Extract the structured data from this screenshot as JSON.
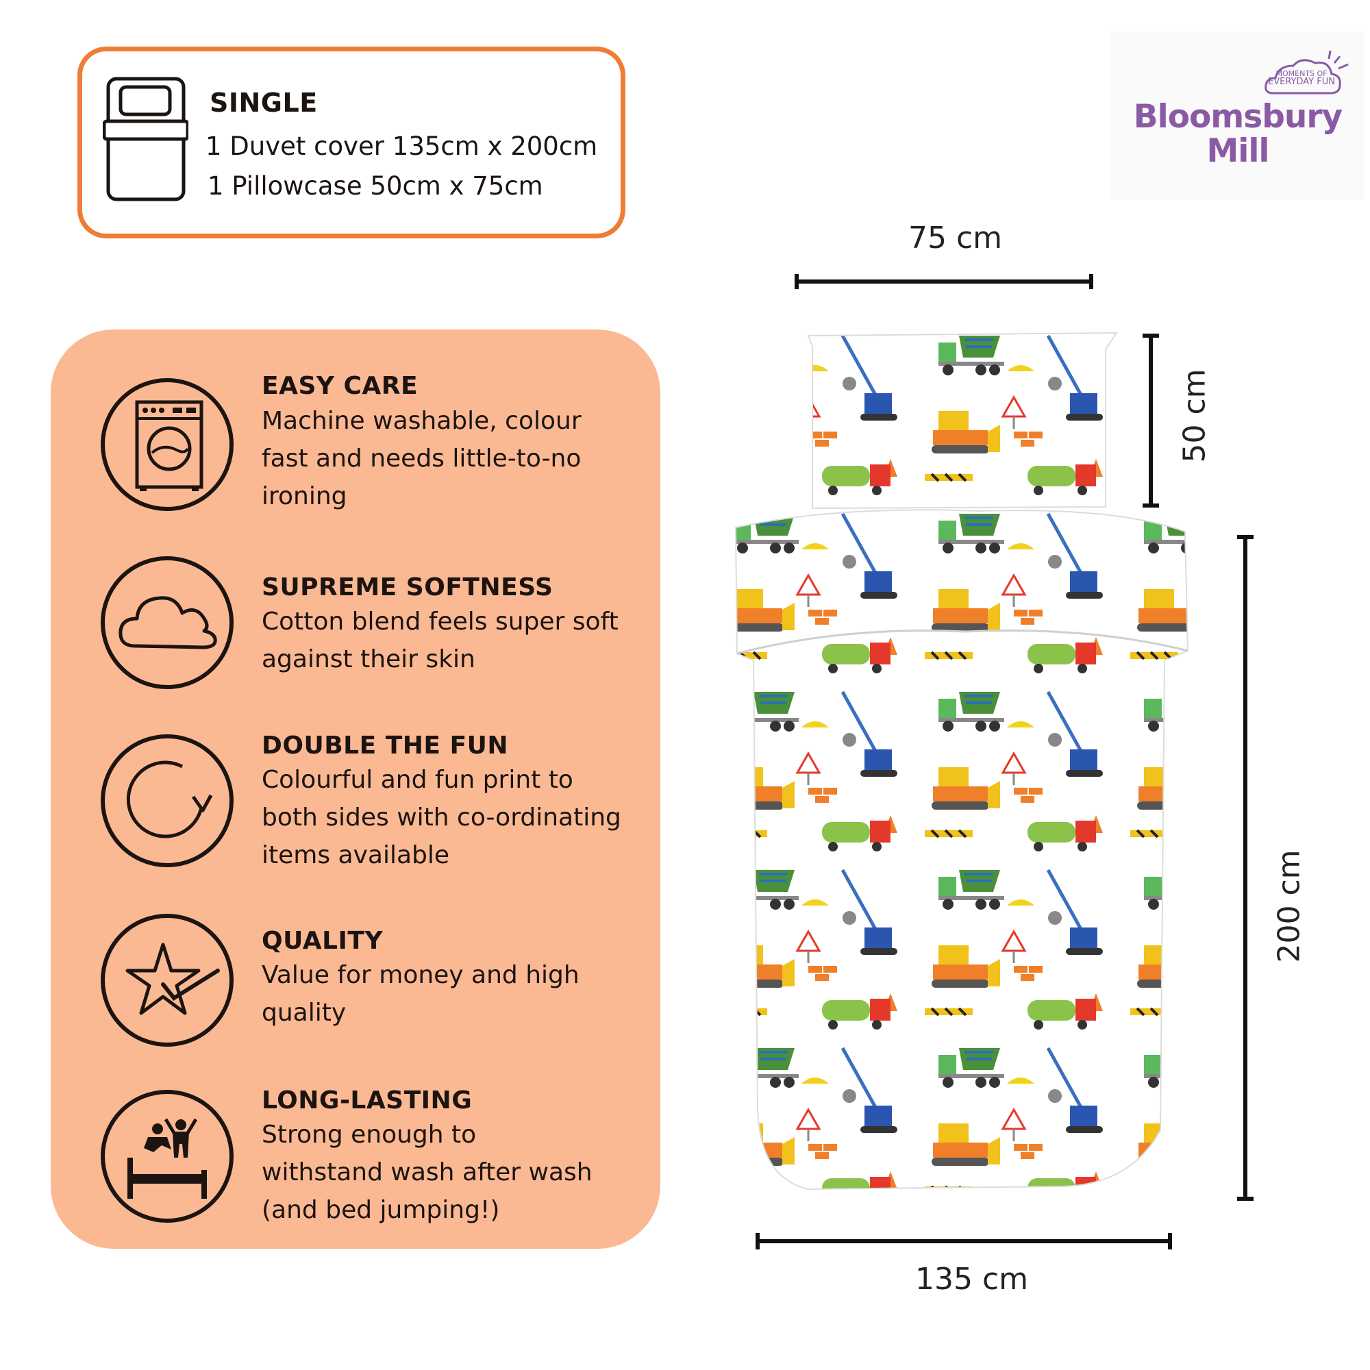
{
  "size_box": {
    "title": "SINGLE",
    "line1": "1 Duvet cover  135cm x 200cm",
    "line2": "1 Pillowcase 50cm x 75cm"
  },
  "features": [
    {
      "title": "EASY CARE",
      "lines": [
        "Machine washable, colour",
        "fast and needs little-to-no",
        "ironing"
      ],
      "icon": "washing-machine-icon"
    },
    {
      "title": "SUPREME SOFTNESS",
      "lines": [
        "Cotton blend feels super soft",
        "against their skin"
      ],
      "icon": "cloud-icon"
    },
    {
      "title": "DOUBLE THE FUN",
      "lines": [
        "Colourful and fun print to",
        "both sides with co-ordinating",
        "items available"
      ],
      "icon": "refresh-arrow-icon"
    },
    {
      "title": "QUALITY",
      "lines": [
        "Value for money and high",
        "quality"
      ],
      "icon": "star-check-icon"
    },
    {
      "title": "LONG-LASTING",
      "lines": [
        "Strong enough to",
        "withstand wash after wash",
        "(and bed jumping!)"
      ],
      "icon": "bed-jumping-icon"
    }
  ],
  "logo": {
    "name_line1": "Bloomsbury",
    "name_line2": "Mill",
    "tag_line1": "MOMENTS OF",
    "tag_line2": "EVERYDAY FUN"
  },
  "dimensions": {
    "pillow_width": "75 cm",
    "pillow_height": "50 cm",
    "duvet_height": "200 cm",
    "duvet_width": "135 cm"
  },
  "colors": {
    "accent_orange": "#ef7d35",
    "panel_peach": "#fbb993",
    "logo_purple": "#8a5aa4"
  }
}
